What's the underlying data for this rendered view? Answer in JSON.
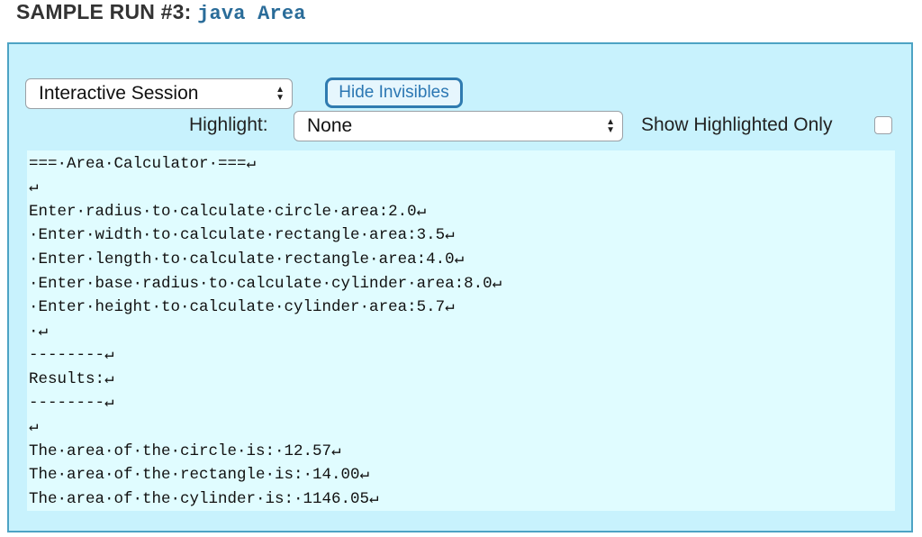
{
  "heading": {
    "title": "SAMPLE RUN #3:",
    "command": "java Area"
  },
  "controls": {
    "session_select": "Interactive Session",
    "hide_invisibles_button": "Hide Invisibles",
    "highlight_label": "Highlight:",
    "highlight_select": "None",
    "show_highlighted_label": "Show Highlighted Only",
    "show_highlighted_checked": false
  },
  "output_lines": [
    "===·Area·Calculator·===↵",
    "↵",
    "Enter·radius·to·calculate·circle·area:2.0↵",
    "·Enter·width·to·calculate·rectangle·area:3.5↵",
    "·Enter·length·to·calculate·rectangle·area:4.0↵",
    "·Enter·base·radius·to·calculate·cylinder·area:8.0↵",
    "·Enter·height·to·calculate·cylinder·area:5.7↵",
    "·↵",
    "--------↵",
    "Results:↵",
    "--------↵",
    "↵",
    "The·area·of·the·circle·is:·12.57↵",
    "The·area·of·the·rectangle·is:·14.00↵",
    "The·area·of·the·cylinder·is:·1146.05↵"
  ],
  "colors": {
    "panel_bg": "#c8f2fd",
    "panel_border": "#4da3c4",
    "output_bg": "#e0fcff",
    "command_color": "#2a6c99",
    "button_color": "#2b77b3"
  }
}
